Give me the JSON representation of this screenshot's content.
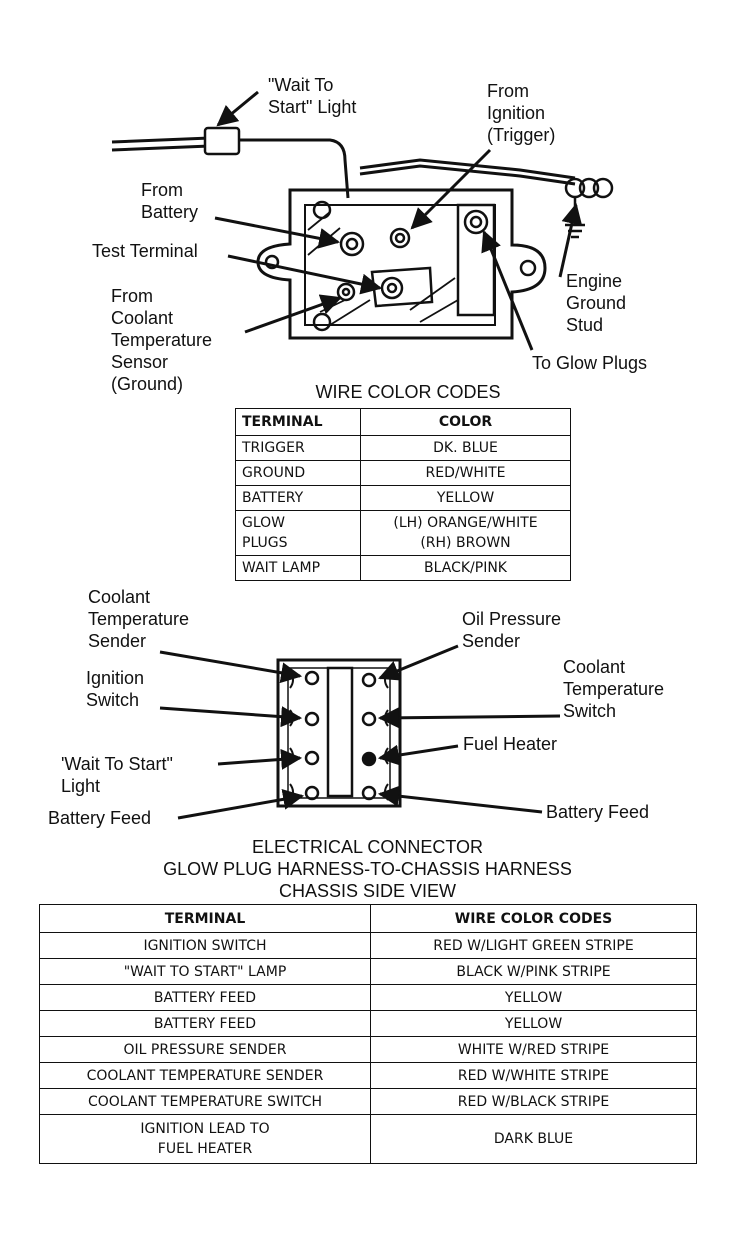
{
  "top_diagram": {
    "labels": {
      "wait_to_start_light": "\"Wait To\nStart\" Light",
      "from_ignition": "From\nIgnition\n(Trigger)",
      "from_battery": "From\nBattery",
      "test_terminal": "Test Terminal",
      "engine_ground_stud": "Engine\nGround\nStud",
      "from_coolant": "From\nCoolant\nTemperature\nSensor\n(Ground)",
      "to_glow_plugs": "To Glow Plugs"
    }
  },
  "wire_color_codes": {
    "title": "WIRE COLOR CODES",
    "headers": [
      "TERMINAL",
      "COLOR"
    ],
    "rows": [
      [
        "TRIGGER",
        "DK. BLUE"
      ],
      [
        "GROUND",
        "RED/WHITE"
      ],
      [
        "BATTERY",
        "YELLOW"
      ],
      [
        "GLOW\nPLUGS",
        "(LH) ORANGE/WHITE\n(RH) BROWN"
      ],
      [
        "WAIT LAMP",
        "BLACK/PINK"
      ]
    ]
  },
  "connector_diagram": {
    "labels": {
      "coolant_temp_sender": "Coolant\nTemperature\nSender",
      "oil_pressure_sender": "Oil Pressure\nSender",
      "ignition_switch": "Ignition\nSwitch",
      "coolant_temp_switch": "Coolant\nTemperature\nSwitch",
      "wait_to_start_light": "'Wait To Start\"\nLight",
      "fuel_heater": "Fuel Heater",
      "battery_feed_left": "Battery Feed",
      "battery_feed_right": "Battery Feed"
    },
    "caption": "ELECTRICAL CONNECTOR\nGLOW PLUG HARNESS-TO-CHASSIS HARNESS\nCHASSIS SIDE VIEW"
  },
  "connector_table": {
    "headers": [
      "TERMINAL",
      "WIRE COLOR CODES"
    ],
    "rows": [
      [
        "IGNITION SWITCH",
        "RED W/LIGHT GREEN STRIPE"
      ],
      [
        "\"WAIT TO START\" LAMP",
        "BLACK W/PINK STRIPE"
      ],
      [
        "BATTERY FEED",
        "YELLOW"
      ],
      [
        "BATTERY FEED",
        "YELLOW"
      ],
      [
        "OIL PRESSURE SENDER",
        "WHITE W/RED STRIPE"
      ],
      [
        "COOLANT TEMPERATURE SENDER",
        "RED W/WHITE STRIPE"
      ],
      [
        "COOLANT TEMPERATURE SWITCH",
        "RED W/BLACK STRIPE"
      ],
      [
        "IGNITION LEAD TO\nFUEL HEATER",
        "DARK BLUE"
      ]
    ]
  }
}
